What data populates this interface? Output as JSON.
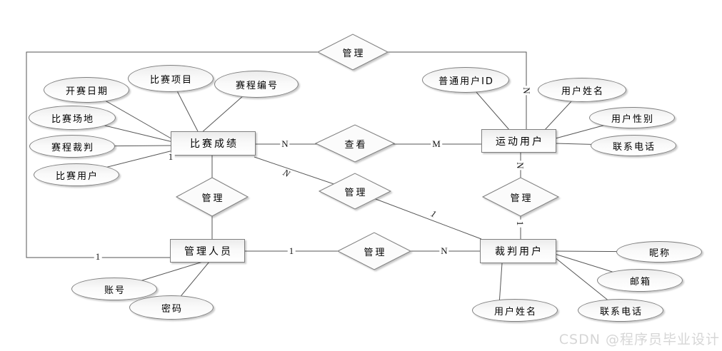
{
  "entities": {
    "score": {
      "label": "比赛成绩"
    },
    "athlete": {
      "label": "运动用户"
    },
    "admin": {
      "label": "管理人员"
    },
    "referee": {
      "label": "裁判用户"
    }
  },
  "relationships": {
    "manage_top": {
      "label": "管理"
    },
    "view": {
      "label": "查看"
    },
    "manage_diag": {
      "label": "管理"
    },
    "manage_score_admin": {
      "label": "管理"
    },
    "manage_athlete_referee": {
      "label": "管理"
    },
    "manage_admin_referee": {
      "label": "管理"
    }
  },
  "attributes": {
    "score": [
      "开赛日期",
      "比赛项目",
      "赛程编号",
      "比赛场地",
      "赛程裁判",
      "比赛用户"
    ],
    "athlete": [
      "普通用户ID",
      "用户姓名",
      "用户性别",
      "联系电话"
    ],
    "admin": [
      "账号",
      "密码"
    ],
    "referee": [
      "昵称",
      "邮箱",
      "联系电话",
      "用户姓名"
    ]
  },
  "cardinalities": {
    "admin_to_manage_top": "1",
    "manage_top_to_athlete": "N",
    "score_to_view": "N",
    "view_to_athlete": "M",
    "score_to_manage_diag": "N",
    "manage_diag_to_referee": "1",
    "score_to_manage_vert": "1",
    "athlete_to_manage_vert": "N",
    "manage_vert_to_referee": "1",
    "admin_to_manage_bottom": "1",
    "manage_bottom_to_referee": "N"
  },
  "watermark": {
    "text": "CSDN @程序员毕业设计"
  }
}
